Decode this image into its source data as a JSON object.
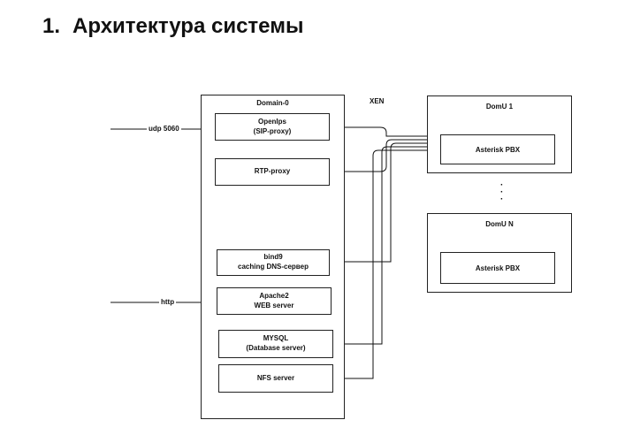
{
  "heading": {
    "number": "1.",
    "title": "Архитектура системы"
  },
  "diagram": {
    "xen_label": "XEN",
    "domain0": {
      "title": "Domain-0"
    },
    "components": {
      "opensips": {
        "line1": "OpenIps",
        "line2": "(SIP-proxy)"
      },
      "rtp": {
        "line1": "RTP-proxy"
      },
      "bind9": {
        "line1": "bind9",
        "line2": "caching DNS-сервер"
      },
      "apache": {
        "line1": "Apache2",
        "line2": "WEB server"
      },
      "mysql": {
        "line1": "MYSQL",
        "line2": "(Database server)"
      },
      "nfs": {
        "line1": "NFS server"
      }
    },
    "domu1": {
      "title": "DomU 1",
      "pbx": "Asterisk PBX"
    },
    "domun": {
      "title": "DomU N",
      "pbx": "Asterisk PBX"
    },
    "ellipsis": "·\n·\n·",
    "inputs": {
      "udp": "udp 5060",
      "http": "http"
    }
  }
}
